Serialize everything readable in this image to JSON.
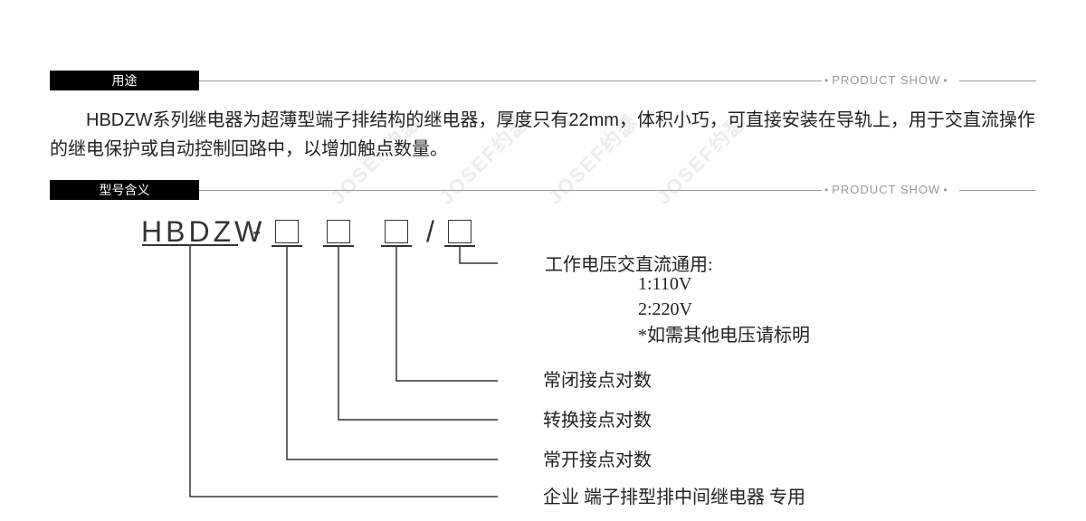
{
  "sections": {
    "usage": {
      "label": "用途",
      "tag": "PRODUCT SHOW"
    },
    "model": {
      "label": "型号含义",
      "tag": "PRODUCT SHOW"
    }
  },
  "description": "HBDZW系列继电器为超薄型端子排结构的继电器，厚度只有22mm，体积小巧，可直接安装在导轨上，用于交直流操作的继电保护或自动控制回路中，以增加触点数量。",
  "watermark": "JOSEF约瑟",
  "model_code": {
    "prefix": "HBDZW",
    "dash": "-",
    "slash": "/"
  },
  "legend": {
    "voltage_title": "工作电压交直流通用:",
    "voltage_1": "1:110V",
    "voltage_2": "2:220V",
    "voltage_note": "*如需其他电压请标明",
    "nc_contacts": "常闭接点对数",
    "changeover_contacts": "转换接点对数",
    "no_contacts": "常开接点对数",
    "series_desc": "企业 端子排型排中间继电器 专用"
  }
}
